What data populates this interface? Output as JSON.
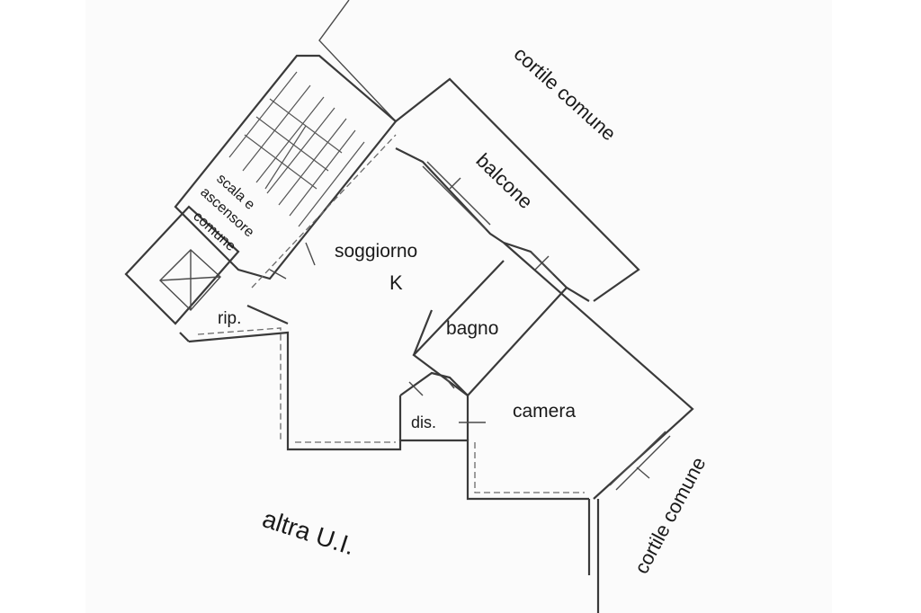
{
  "labels": {
    "cortile_top": "cortile comune",
    "balcone": "balcone",
    "scala_line1": "scala e",
    "scala_line2": "ascensore",
    "scala_line3": "comune",
    "soggiorno": "soggiorno",
    "kitchen": "K",
    "rip": "rip.",
    "bagno": "bagno",
    "dis": "dis.",
    "camera": "camera",
    "altra": "altra U.I.",
    "cortile_right": "cortile comune"
  }
}
